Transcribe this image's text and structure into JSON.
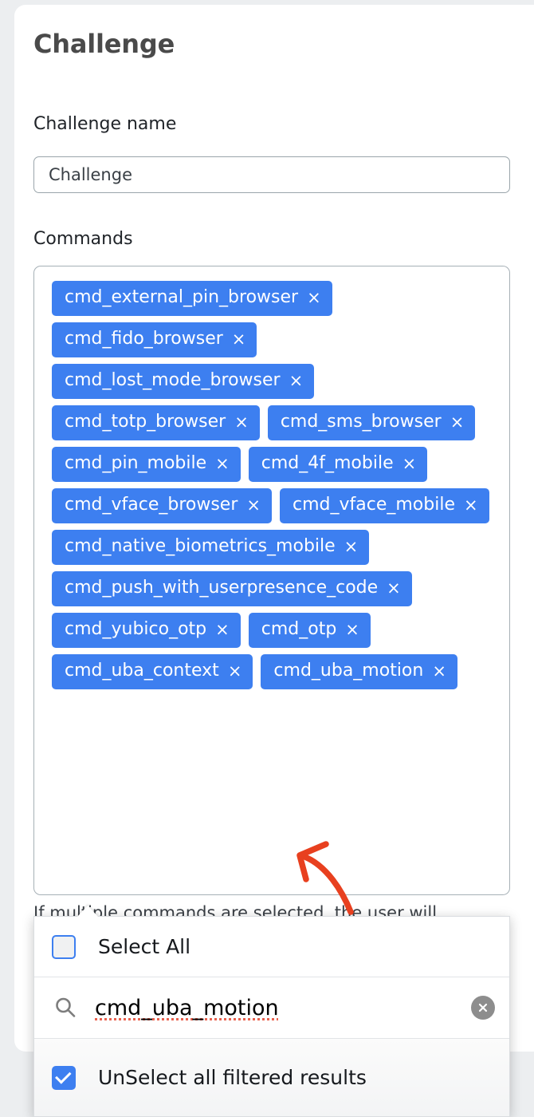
{
  "page": {
    "title": "Challenge",
    "background_color": "#eceef0",
    "card_color": "#ffffff"
  },
  "form": {
    "challenge_name": {
      "label": "Challenge name",
      "value": "Challenge",
      "placeholder": "Challenge"
    },
    "commands": {
      "label": "Commands",
      "tag_color": "#3d7ff0",
      "remove_glyph": "×",
      "tags": [
        {
          "label": "cmd_external_pin_browser"
        },
        {
          "label": "cmd_fido_browser"
        },
        {
          "label": "cmd_lost_mode_browser"
        },
        {
          "label": "cmd_totp_browser"
        },
        {
          "label": "cmd_sms_browser"
        },
        {
          "label": "cmd_pin_mobile"
        },
        {
          "label": "cmd_4f_mobile"
        },
        {
          "label": "cmd_vface_browser"
        },
        {
          "label": "cmd_vface_mobile"
        },
        {
          "label": "cmd_native_biometrics_mobile"
        },
        {
          "label": "cmd_push_with_userpresence_code"
        },
        {
          "label": "cmd_yubico_otp"
        },
        {
          "label": "cmd_otp"
        },
        {
          "label": "cmd_uba_context"
        },
        {
          "label": "cmd_uba_motion"
        }
      ]
    },
    "helper_text": "If multiple commands are selected, the user will"
  },
  "dropdown": {
    "select_all": {
      "label": "Select All",
      "checked": false
    },
    "search": {
      "value": "cmd_uba_motion",
      "placeholder": "",
      "icon": "search-icon",
      "clear_icon": "clear-circle-icon"
    },
    "unselect_all_filtered": {
      "label": "UnSelect all filtered results",
      "checked": true
    }
  },
  "annotation": {
    "type": "arrow",
    "color": "#e8401f"
  }
}
